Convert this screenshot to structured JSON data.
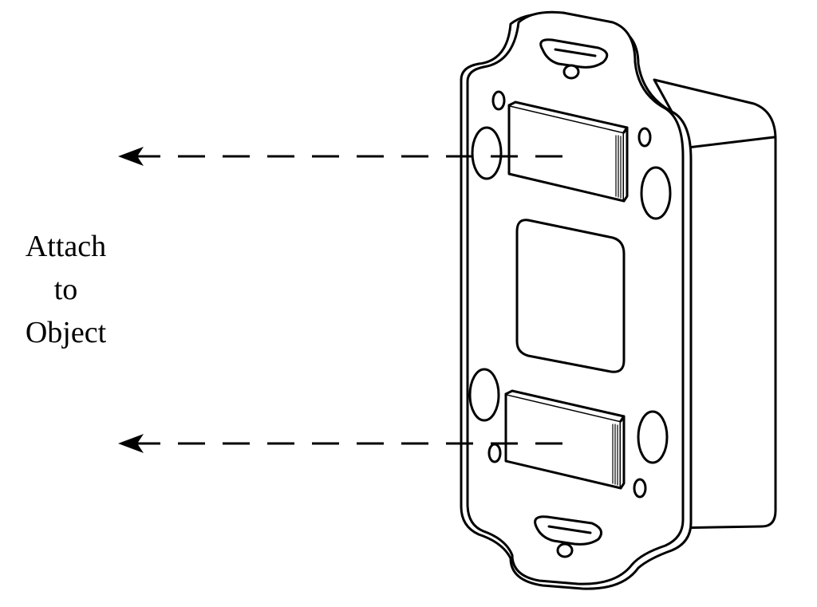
{
  "label": {
    "line1": "Attach",
    "line2": "to",
    "line3": "Object"
  },
  "colors": {
    "stroke": "#000000",
    "background": "#ffffff"
  }
}
